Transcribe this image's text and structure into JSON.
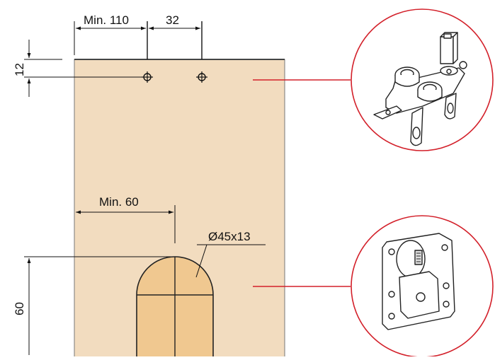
{
  "dimensions": {
    "min_110": "Min. 110",
    "spacing_32": "32",
    "top_12": "12",
    "min_60": "Min. 60",
    "hole_size": "Ø45x13",
    "height_60": "60"
  },
  "colors": {
    "panel": "#f2dcbf",
    "panel_edge": "#555555",
    "cutout": "#f0c890",
    "leader_red": "#d3202a",
    "dim_line": "#111111"
  },
  "callouts": [
    {
      "icon": "top-guide-hardware-icon"
    },
    {
      "icon": "roller-wheel-hardware-icon"
    }
  ]
}
